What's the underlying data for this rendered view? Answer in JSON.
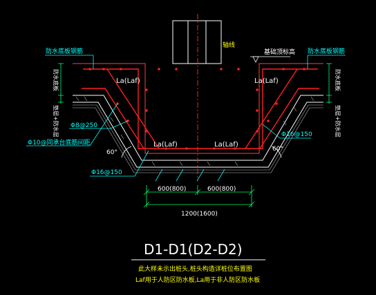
{
  "colors": {
    "background": "#000000",
    "outline": "#ffffff",
    "axis": "#ff2020",
    "rebar": "#ff2020",
    "leader": "#00ffff",
    "label": "#ffffff",
    "label_alt": "#ffff00",
    "dimension": "#00ff66",
    "hatch": "#bbbbbb"
  },
  "labels": {
    "axis_line": "轴线",
    "foundation_top": "基础顶标高",
    "waterproof_rebar_left": "防水底板钢筋",
    "waterproof_rebar_right": "防水底板钢筋",
    "slab_thickness_left": "防水底板",
    "slab_thickness_right": "防水底板",
    "left_vertical": "垫层+防水层",
    "right_vertical": "垫层+防水层",
    "la_top_left": "La(Laf)",
    "la_top_right": "La(Laf)",
    "la_bottom_left": "La(Laf)",
    "la_bottom_right": "La(Laf)",
    "bar_phi8": "Φ8@250",
    "bar_phi10": "Φ10@同承台底筋间距",
    "bar_phi16_left": "Φ16@150",
    "bar_phi16_right": "Φ16@150",
    "angle_left": "60°",
    "angle_right": "60°"
  },
  "dimensions": {
    "half_left": "600(800)",
    "half_right": "600(800)",
    "total": "1200(1600)"
  },
  "title": {
    "main": "D1-D1(D2-D2)",
    "note_1": "此大样未示出桩头,桩头构造详桩位布置图",
    "note_2": "Laf用于人防区防水板,La用于非人防区防水板"
  }
}
